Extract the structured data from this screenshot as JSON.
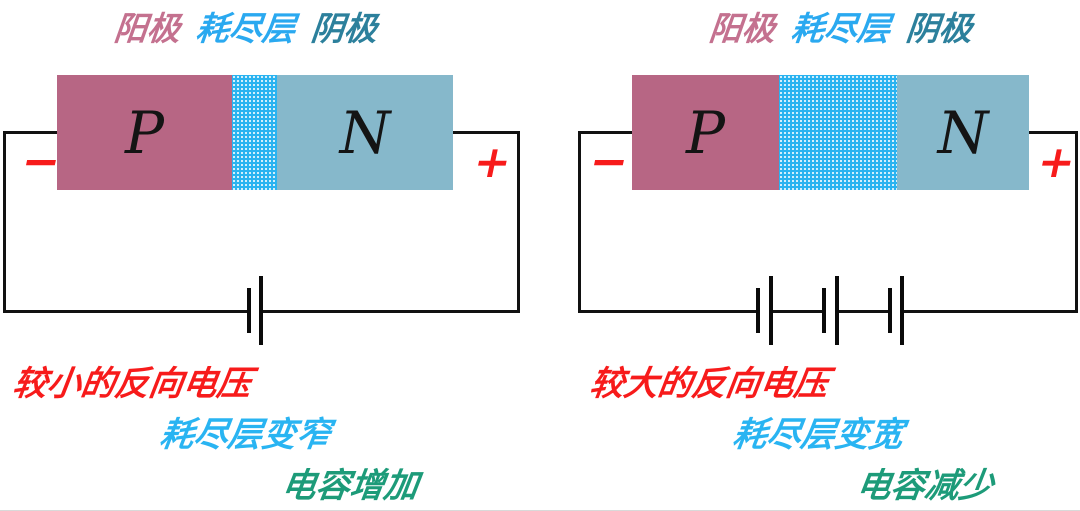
{
  "colors": {
    "p_region": "#b76684",
    "n_region": "#86b8cb",
    "depletion_region": "#2ab3f0",
    "anode_label": "#c4718f",
    "depletion_label": "#2aa9f0",
    "cathode_label": "#2c809c",
    "accent_red": "#f71b1b",
    "caption_cyan": "#29b4f2",
    "caption_green": "#1d9b79",
    "wire": "#111111"
  },
  "left_panel": {
    "anode_label": "阳极",
    "depletion_label": "耗尽层",
    "cathode_label": "阴极",
    "p_label": "P",
    "n_label": "N",
    "minus_sign": "−",
    "plus_sign": "+",
    "battery_cells": 1,
    "caption_voltage": "较小的反向电压",
    "caption_depletion": "耗尽层变窄",
    "caption_capacitance": "电容增加"
  },
  "right_panel": {
    "anode_label": "阳极",
    "depletion_label": "耗尽层",
    "cathode_label": "阴极",
    "p_label": "P",
    "n_label": "N",
    "minus_sign": "−",
    "plus_sign": "+",
    "battery_cells": 3,
    "caption_voltage": "较大的反向电压",
    "caption_depletion": "耗尽层变宽",
    "caption_capacitance": "电容减少"
  }
}
